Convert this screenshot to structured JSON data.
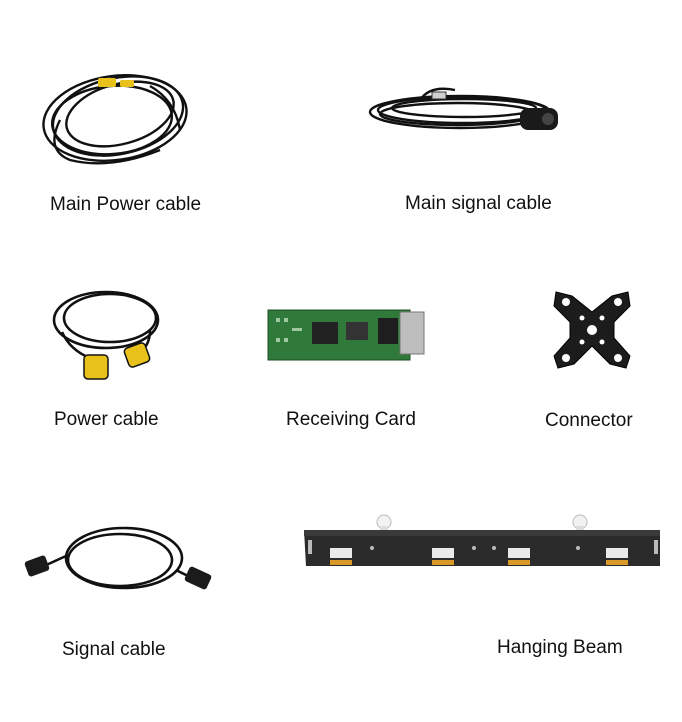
{
  "items": [
    {
      "label": "Main Power cable",
      "icon": "coiled-power-cable-icon"
    },
    {
      "label": "Main signal cable",
      "icon": "coiled-signal-cable-icon"
    },
    {
      "label": "Power cable",
      "icon": "power-cable-icon"
    },
    {
      "label": "Receiving Card",
      "icon": "circuit-board-icon"
    },
    {
      "label": "Connector",
      "icon": "connector-plate-icon"
    },
    {
      "label": "Signal cable",
      "icon": "ethernet-cable-icon"
    },
    {
      "label": "Hanging Beam",
      "icon": "hanging-beam-icon"
    }
  ],
  "colors": {
    "cable": "#111111",
    "yellow": "#e8c21a",
    "pcb_green": "#2f7a3a",
    "beam": "#2b2b2b",
    "orange_tab": "#d99a2a"
  }
}
